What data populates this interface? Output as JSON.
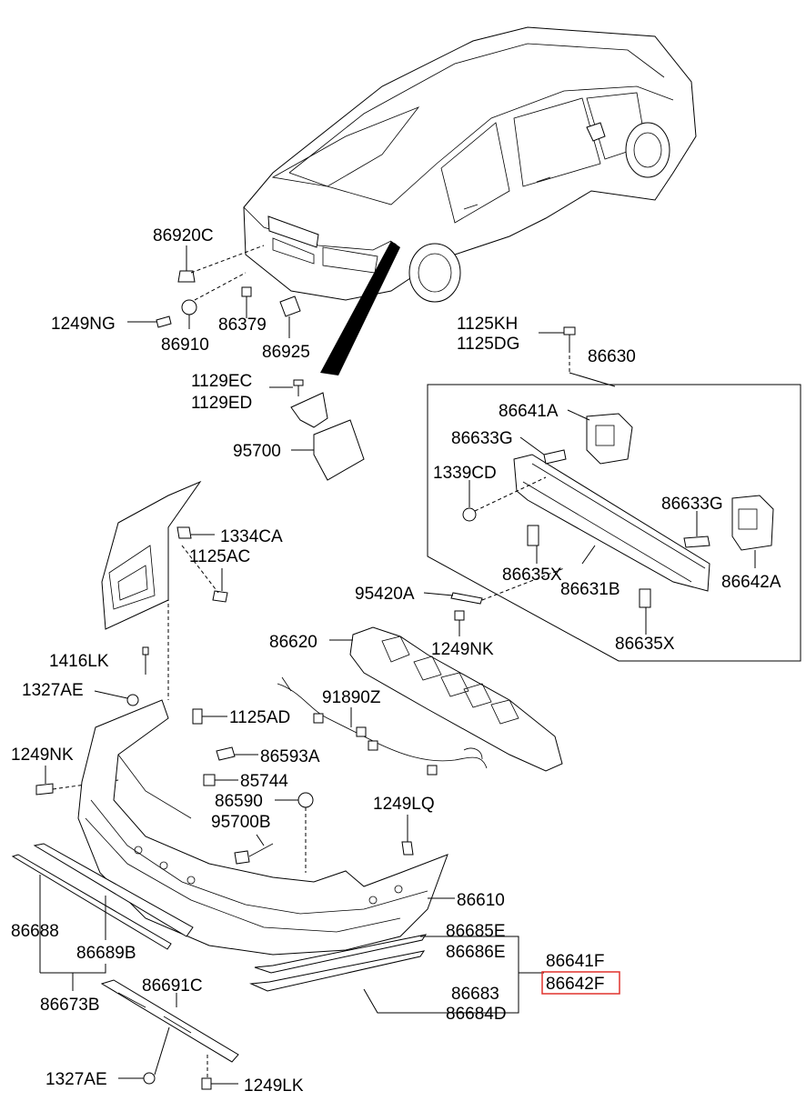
{
  "highlight_color": "#e0322d",
  "labels": {
    "p86920C": "86920C",
    "p1249NG": "1249NG",
    "p86910": "86910",
    "p86379": "86379",
    "p86925": "86925",
    "p1129EC": "1129EC",
    "p1129ED": "1129ED",
    "p95700": "95700",
    "p1125KH": "1125KH",
    "p1125DG": "1125DG",
    "p86630": "86630",
    "p86641A": "86641A",
    "p86633G_a": "86633G",
    "p1339CD": "1339CD",
    "p86633G_b": "86633G",
    "p86635X_a": "86635X",
    "p86631B": "86631B",
    "p86642A": "86642A",
    "p86635X_b": "86635X",
    "p95420A": "95420A",
    "p1249NK_a": "1249NK",
    "p1334CA": "1334CA",
    "p1125AC": "1125AC",
    "p86620": "86620",
    "p1416LK": "1416LK",
    "p1327AE_a": "1327AE",
    "p91890Z": "91890Z",
    "p1125AD": "1125AD",
    "p1249NK_b": "1249NK",
    "p86593A": "86593A",
    "p85744": "85744",
    "p86590": "86590",
    "p1249LQ": "1249LQ",
    "p95700B": "95700B",
    "p86610": "86610",
    "p86688": "86688",
    "p86689B": "86689B",
    "p86673B": "86673B",
    "p86685E": "86685E",
    "p86686E": "86686E",
    "p86641F": "86641F",
    "p86642F": "86642F",
    "p86683": "86683",
    "p86684D": "86684D",
    "p86691C": "86691C",
    "p1327AE_b": "1327AE",
    "p1249LK": "1249LK"
  }
}
